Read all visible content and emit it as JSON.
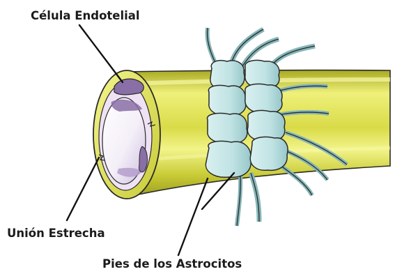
{
  "labels": {
    "endothelial_cell": "Célula Endotelial",
    "tight_junction": "Unión Estrecha",
    "astrocyte_feet": "Pies de los Astrocitos"
  },
  "colors": {
    "vessel_wall": "#d9db48",
    "vessel_wall_light": "#eef07a",
    "vessel_wall_dark": "#a8aa22",
    "endothelial_cell": "#8a6fa6",
    "endothelial_cell_light": "#b59dcc",
    "astrocyte": "#bfe2e3",
    "astrocyte_shade": "#86b6b8",
    "outline": "#2a2a2a"
  }
}
